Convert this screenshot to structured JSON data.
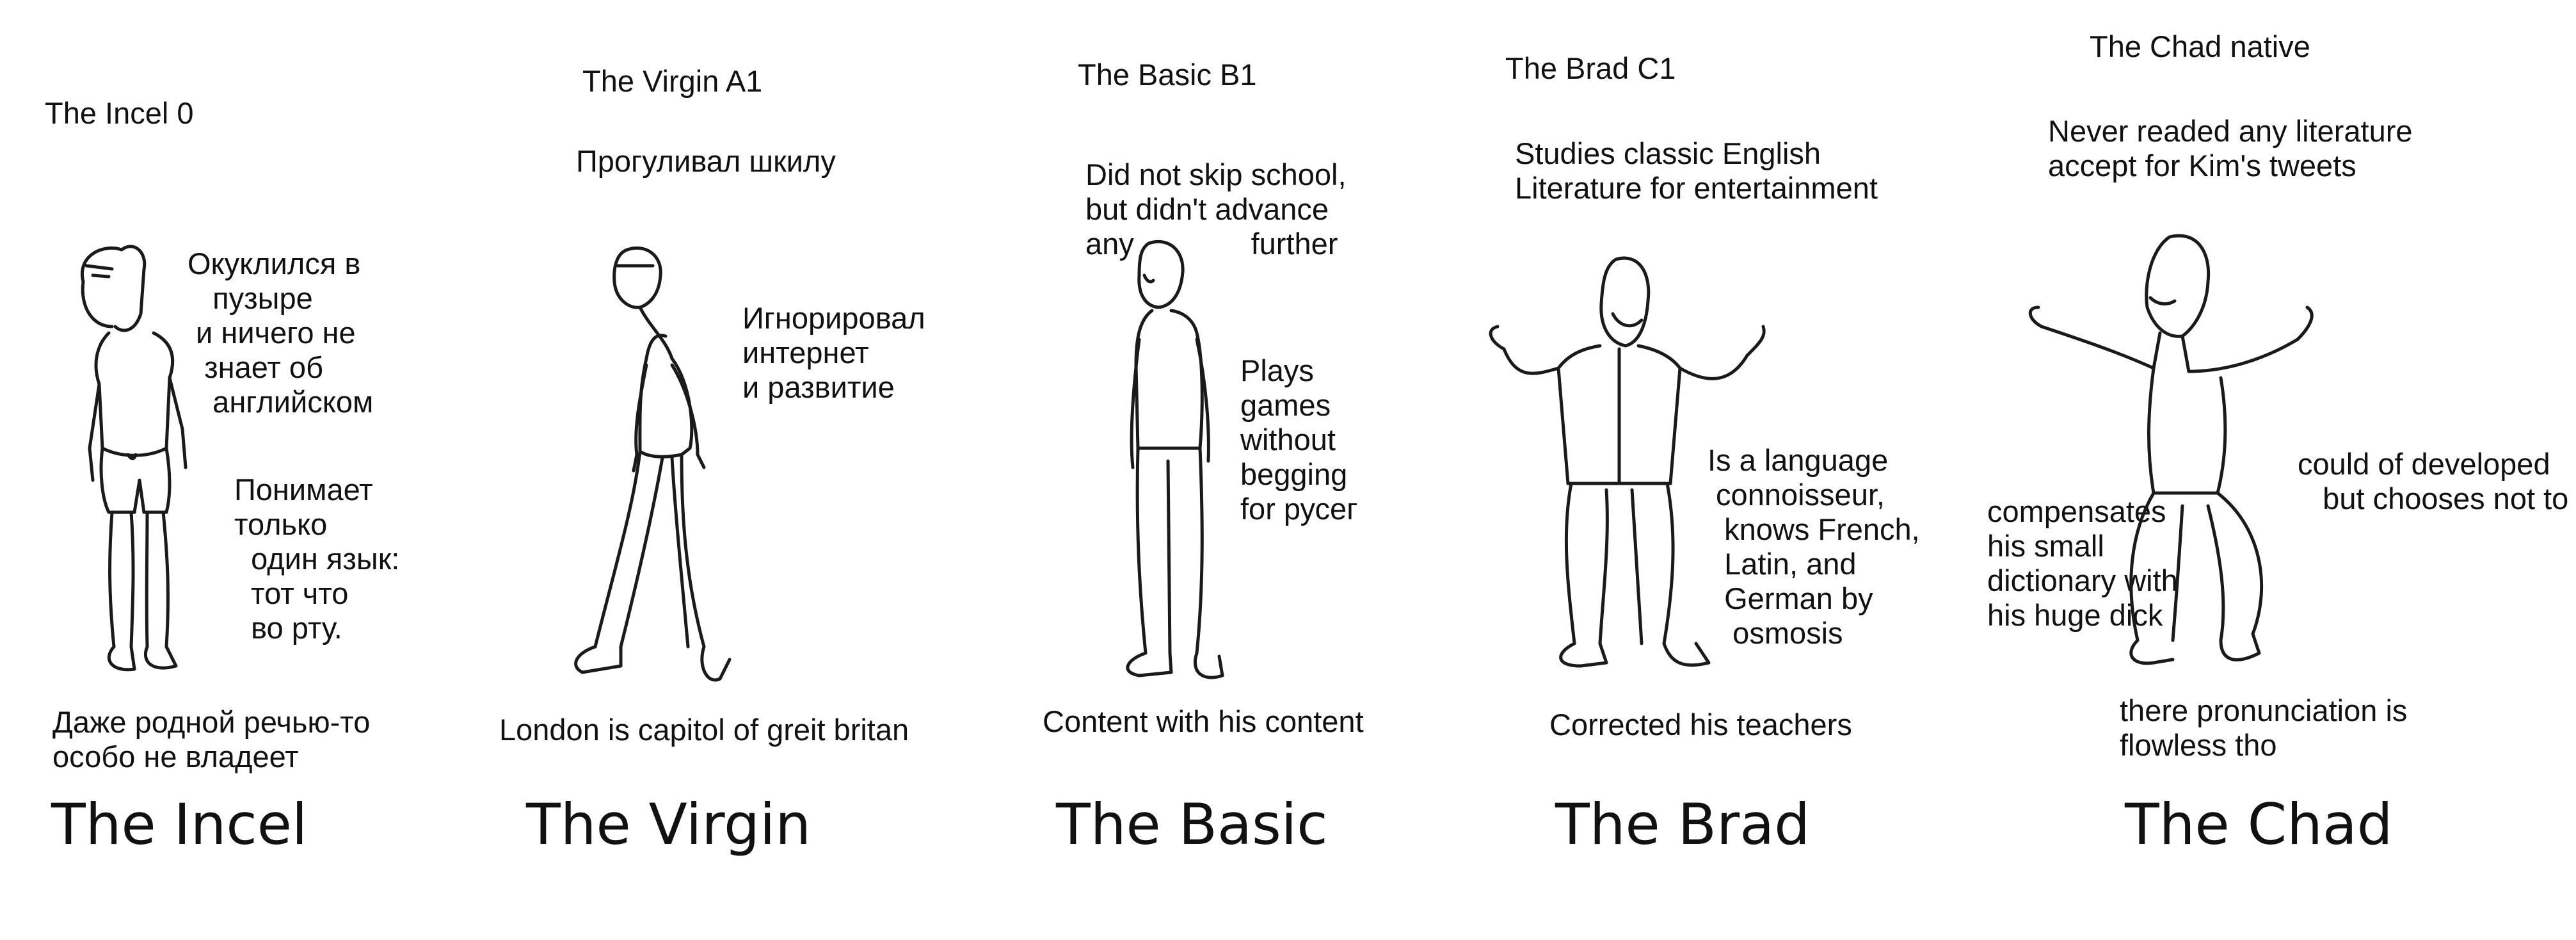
{
  "incel": {
    "level": "The Incel 0",
    "bubble": "Окуклился в\n   пузыре\n и ничего не\n  знает об\n   английском",
    "one_language": "Понимает\nтолько\n  один язык:\n  тот что\n  во рту.",
    "native": "Даже родной речью-то\nособо не владеет",
    "title": "The Incel"
  },
  "virgin": {
    "level": "The Virgin A1",
    "skipped": "Прогуливал шкилу",
    "ignored": "Игнорировал\nинтернет\nи развитие",
    "caption": "London is capitol of greit britan",
    "title": "The Virgin"
  },
  "basic": {
    "level": "The Basic B1",
    "school": "Did not skip school,\nbut didn't advance\nany              further",
    "games": "Plays\ngames\nwithout\nbegging\nfor русег",
    "caption": "Content with his content",
    "title": "The Basic"
  },
  "brad": {
    "level": "The Brad C1",
    "studies": "Studies classic English\nLiterature for entertainment",
    "languages": "Is a language\n connoisseur,\n  knows French,\n  Latin, and\n  German by\n   osmosis",
    "caption": "Corrected his teachers",
    "title": "The Brad"
  },
  "chad": {
    "level": "The Chad native",
    "literature": "Never readed any literature\naccept for Kim's tweets",
    "developed": "could of developed\n   but chooses not to",
    "compensates": "compensates\nhis small\ndictionary with\nhis huge dick",
    "pronunciation": "there pronunciation is\nflowless tho",
    "title": "The Chad"
  }
}
